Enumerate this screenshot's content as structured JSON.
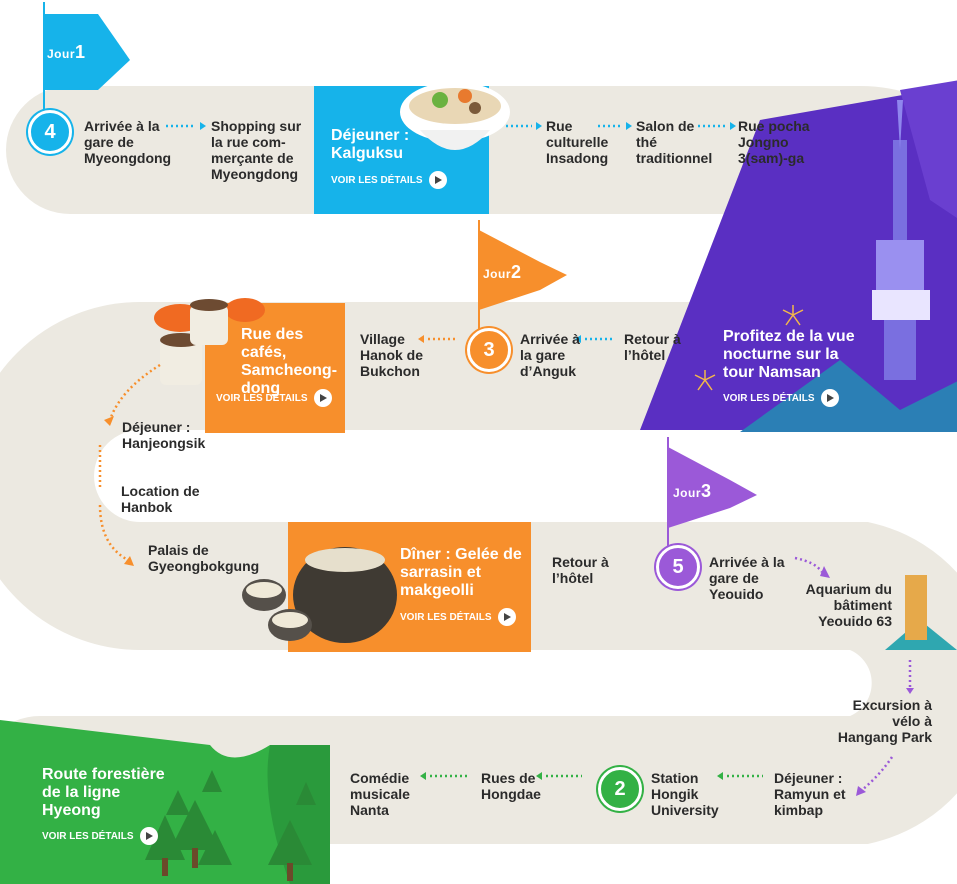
{
  "colors": {
    "track": "#ece9e1",
    "blue": "#16b3ea",
    "orange": "#f78f2c",
    "purple": "#5a2fc2",
    "violet": "#9b59d8",
    "green": "#33b145"
  },
  "day1": {
    "flag_prefix": "Jour",
    "flag_num": "1",
    "start_num": "4",
    "stop1": "Arrivée à la gare de Myeongdong",
    "stop2": "Shopping sur la rue com-merçante de Myeongdong",
    "panel_title": "Déjeuner : Kalguksu",
    "panel_link": "VOIR LES DÉTAILS",
    "stop3": "Rue culturelle Insadong",
    "stop4": "Salon de thé traditionnel",
    "stop5": "Rue pocha Jongno 3(sam)-ga"
  },
  "day2": {
    "flag_prefix": "Jour",
    "flag_num": "2",
    "night_title": "Profitez de la vue nocturne sur la tour Namsan",
    "night_link": "VOIR LES DÉTAILS",
    "stop_hotel": "Retour à l’hôtel",
    "start_num": "3",
    "stop_anguk": "Arrivée à la gare d’Anguk",
    "stop_bukchon": "Village Hanok de Bukchon",
    "cafe_title": "Rue des cafés, Samcheong-dong",
    "cafe_link": "VOIR LES DÉTAILS",
    "stop_lunch": "Déjeuner : Hanjeongsik",
    "stop_hanbok": "Location de Hanbok",
    "stop_palace": "Palais de Gyeongbokgung",
    "dinner_title": "Dîner : Gelée de sarrasin et makgeolli",
    "dinner_link": "VOIR LES DÉTAILS",
    "stop_hotel2": "Retour à l’hôtel"
  },
  "day3": {
    "flag_prefix": "Jour",
    "flag_num": "3",
    "start_num": "5",
    "stop_yeouido": "Arrivée à la gare de Yeouido",
    "stop_aquarium": "Aquarium du bâtiment Yeouido 63",
    "stop_bike": "Excursion à vélo à Hangang Park",
    "stop_lunch": "Déjeuner : Ramyun et kimbap",
    "stop_hongik": "Station Hongik University",
    "start2_num": "2",
    "stop_hongdae": "Rues de Hongdae",
    "stop_nanta": "Comédie musicale Nanta",
    "forest_title": "Route forestière de la ligne Hyeong",
    "forest_link": "VOIR LES DÉTAILS"
  }
}
